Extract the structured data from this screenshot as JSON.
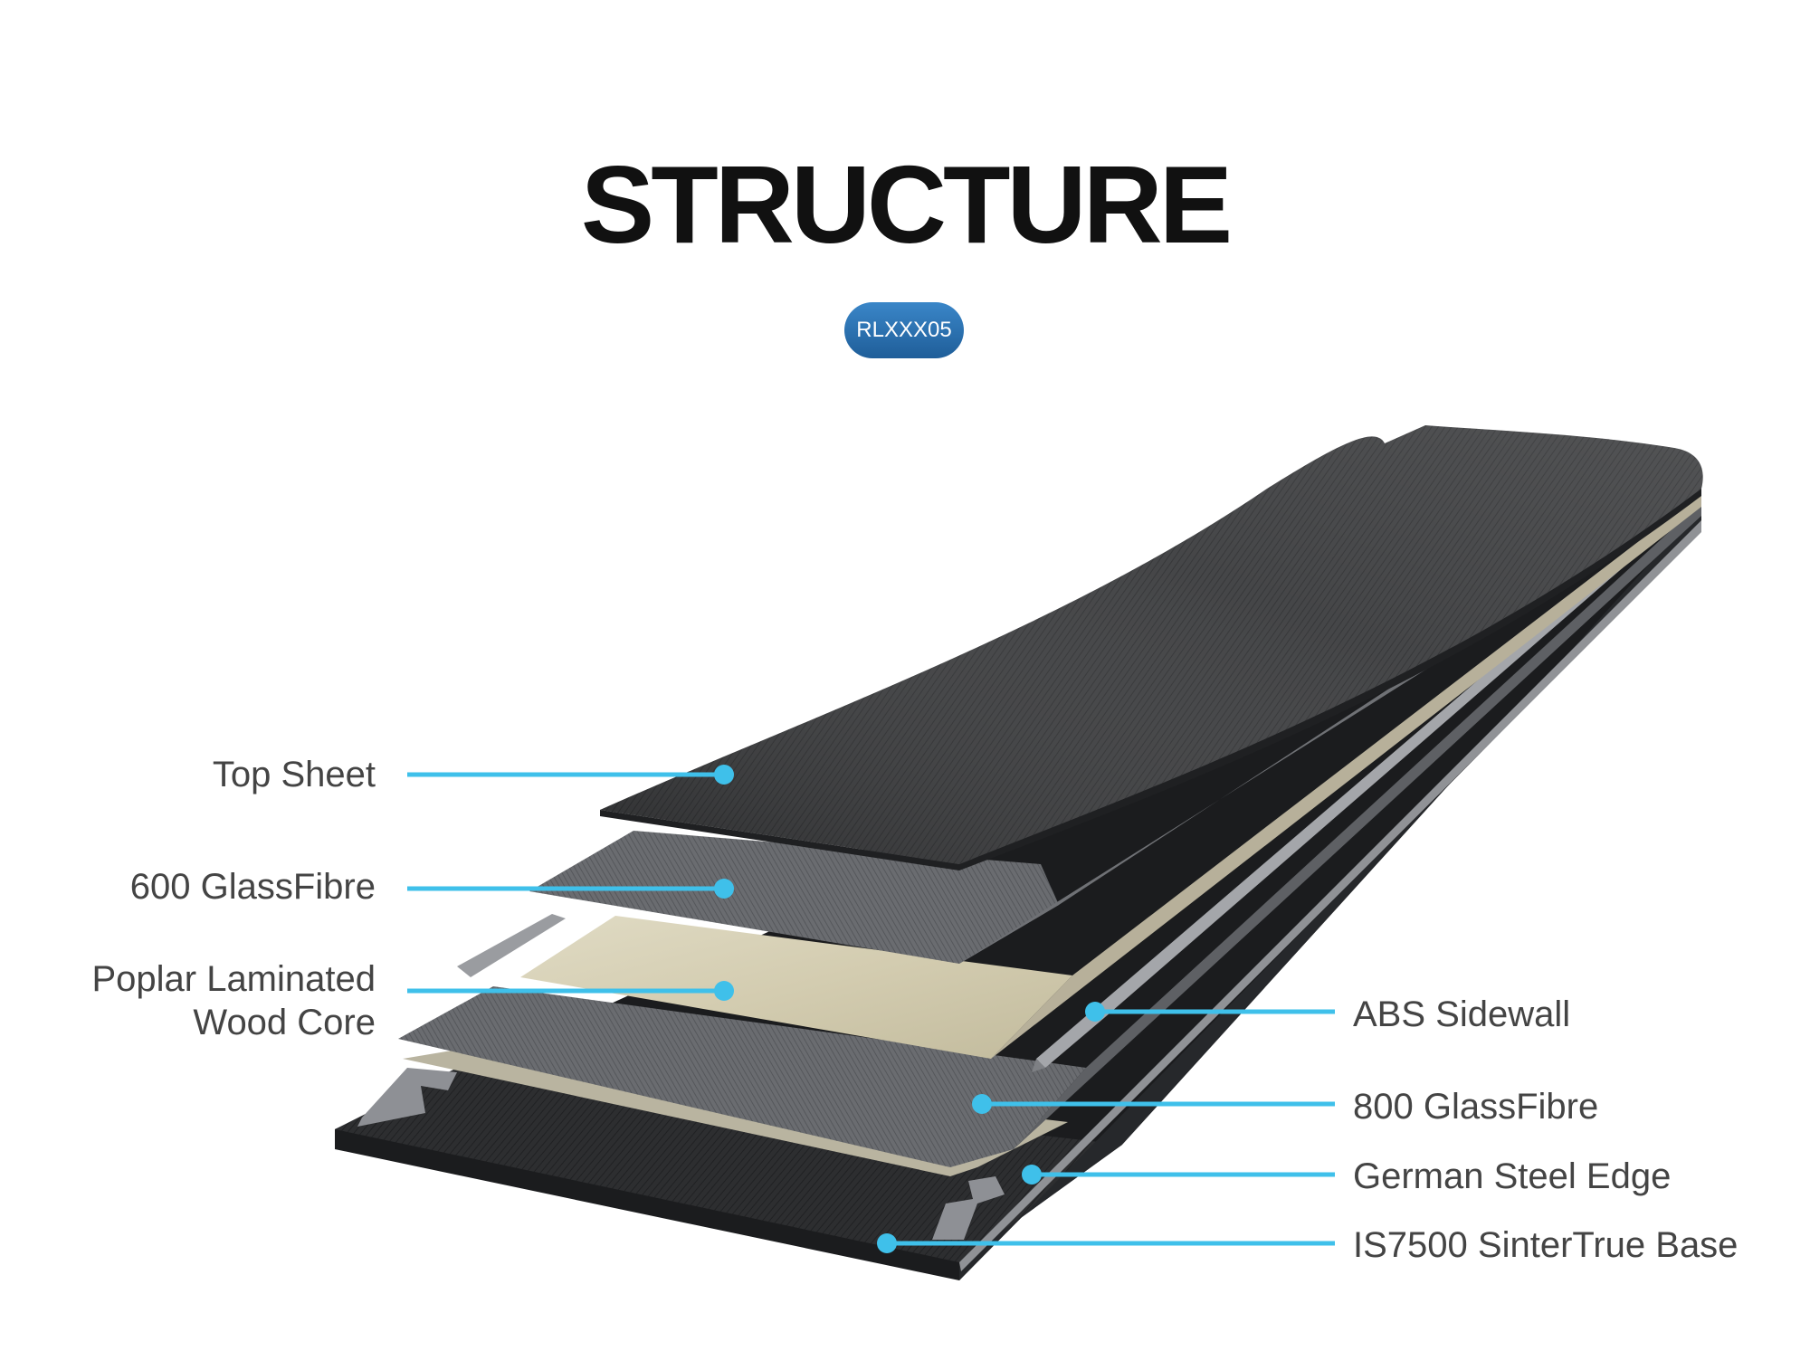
{
  "title": "STRUCTURE",
  "badge": "RLXXX05",
  "accent_color": "#3fc0ea",
  "layers_left": [
    {
      "label": "Top Sheet"
    },
    {
      "label": "600 GlassFibre"
    },
    {
      "label_line1": "Poplar Laminated",
      "label_line2": "Wood Core"
    }
  ],
  "layers_right": [
    {
      "label": "ABS Sidewall"
    },
    {
      "label": "800 GlassFibre"
    },
    {
      "label": "German Steel Edge"
    },
    {
      "label": "IS7500 SinterTrue Base"
    }
  ]
}
